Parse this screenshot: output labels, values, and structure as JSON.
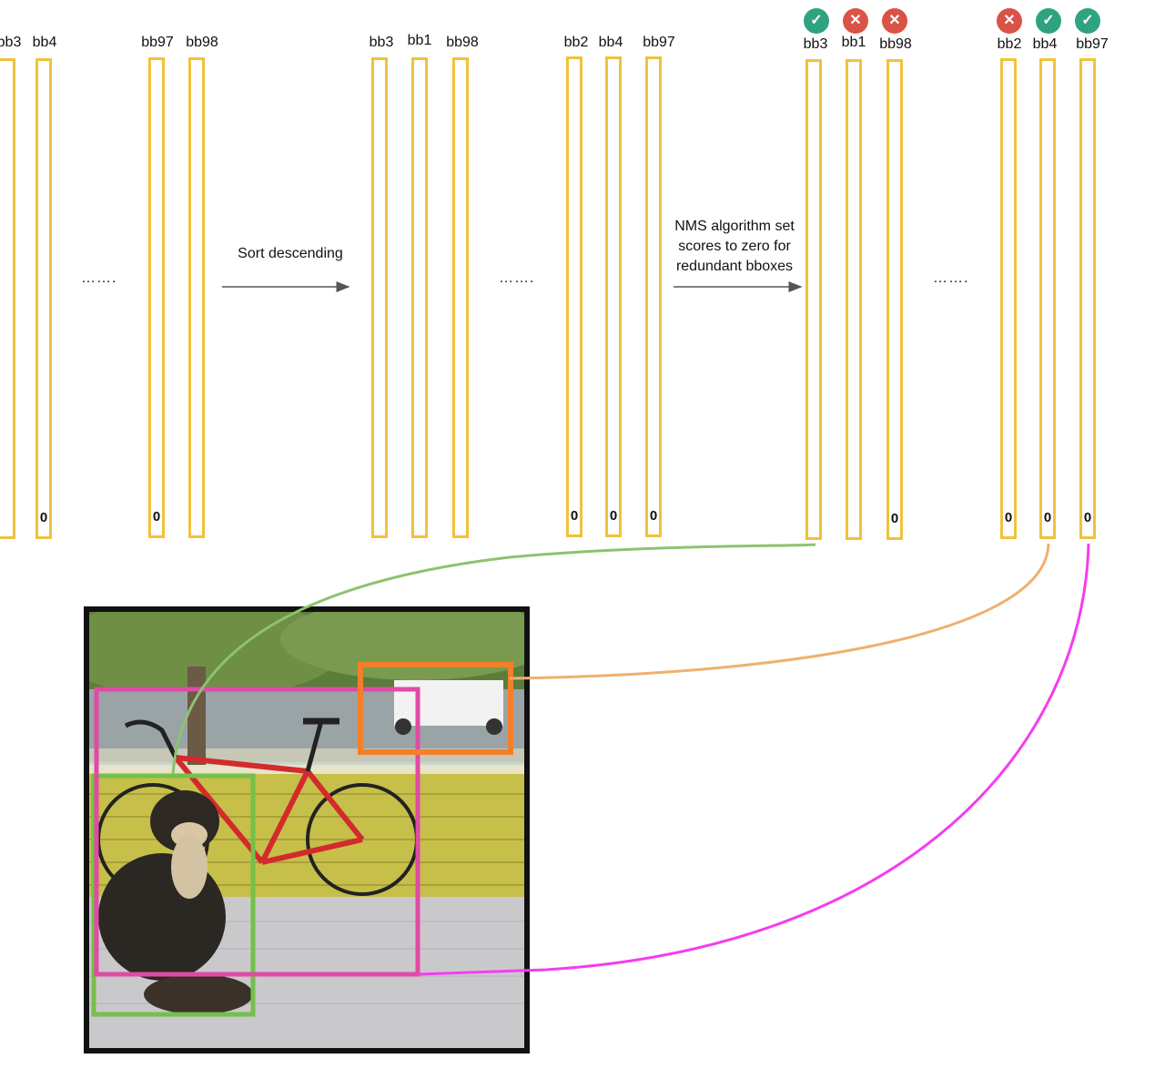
{
  "colors": {
    "bar_border": "#f0c23c",
    "keep_badge": "#2fa37f",
    "drop_badge": "#db5246",
    "link_green": "#8dc26f",
    "link_orange": "#f0b070",
    "link_magenta": "#f53cf0",
    "box_green": "#74c04a",
    "box_pink": "#e14aa5",
    "box_orange": "#f47f2a"
  },
  "icons": {
    "keep": "check-icon",
    "drop": "cross-icon"
  },
  "group1": {
    "labels": {
      "bb3": "bb3",
      "bb4": "bb4",
      "bb97": "bb97",
      "bb98": "bb98"
    },
    "zeros": {
      "bb4": "0",
      "bb97": "0"
    },
    "dots": "……."
  },
  "step1": {
    "arrow_label": "Sort descending"
  },
  "group2": {
    "labels": {
      "bb3": "bb3",
      "bb1": "bb1",
      "bb98": "bb98",
      "bb2": "bb2",
      "bb4": "bb4",
      "bb97": "bb97"
    },
    "zeros": {
      "bb2": "0",
      "bb4": "0",
      "bb97": "0"
    },
    "dots": "……."
  },
  "step2": {
    "arrow_label_lines": [
      "NMS algorithm set",
      "scores to zero for",
      "redundant bboxes"
    ]
  },
  "group3": {
    "labels": {
      "bb3": "bb3",
      "bb1": "bb1",
      "bb98": "bb98",
      "bb2": "bb2",
      "bb4": "bb4",
      "bb97": "bb97"
    },
    "zeros": {
      "bb98": "0",
      "bb2": "0",
      "bb4": "0",
      "bb97": "0"
    },
    "status": {
      "bb3": "keep",
      "bb1": "drop",
      "bb98": "drop",
      "bb2": "drop",
      "bb4": "keep",
      "bb97": "keep"
    },
    "badges": {
      "keep": "✓",
      "drop": "✕"
    },
    "dots": "……."
  }
}
